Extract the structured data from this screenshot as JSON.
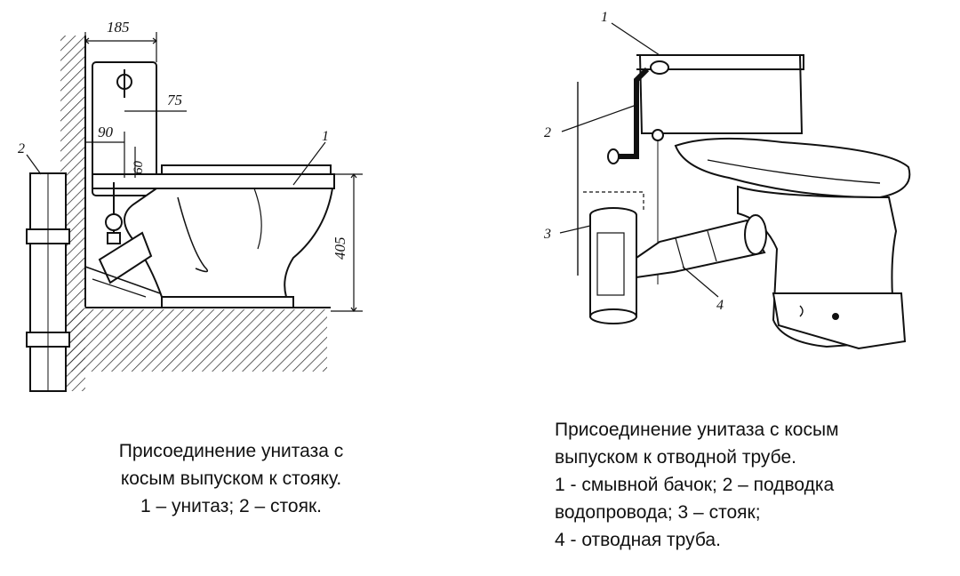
{
  "left_figure": {
    "dimensions": {
      "d185": "185",
      "d75": "75",
      "d90": "90",
      "d60": "60",
      "d405": "405"
    },
    "callouts": {
      "toilet": "1",
      "riser": "2"
    },
    "caption": [
      "Присоединение унитаза с",
      "косым выпуском к стояку.",
      "1 – унитаз; 2 – стояк."
    ]
  },
  "right_figure": {
    "callouts": {
      "tank": "1",
      "water_supply": "2",
      "riser": "3",
      "drain_pipe": "4"
    },
    "caption": [
      "Присоединение унитаза с косым",
      "выпуском к отводной трубе.",
      "1 - смывной бачок; 2 – подводка",
      "водопровода; 3 – стояк;",
      "4 - отводная труба."
    ]
  }
}
